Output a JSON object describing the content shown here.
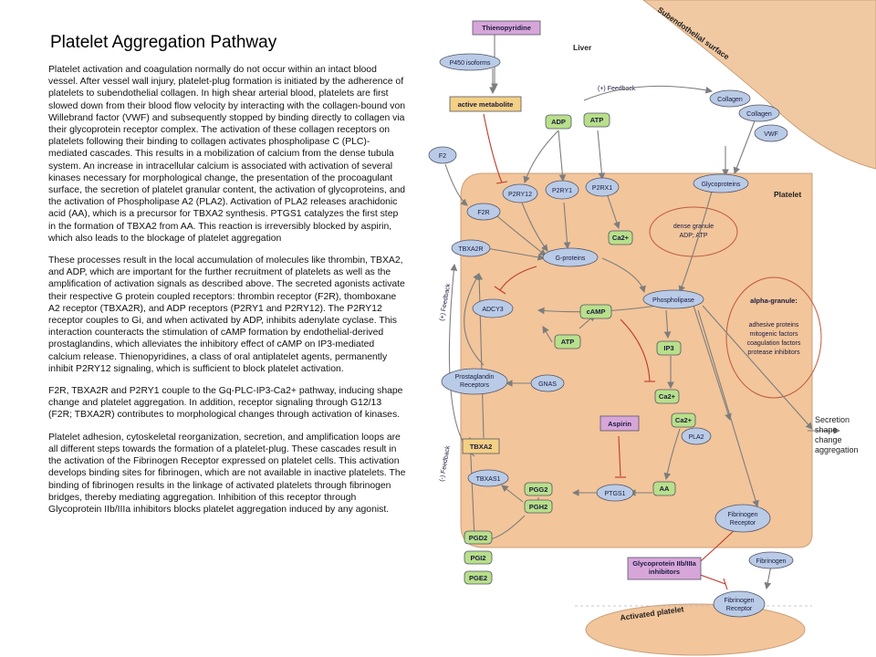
{
  "title": "Platelet Aggregation Pathway",
  "paragraphs": [
    "Platelet activation and coagulation normally do not occur within an intact blood vessel. After vessel wall injury, platelet-plug formation is initiated by the adherence of platelets to subendothelial collagen. In high shear arterial blood, platelets are first slowed down from their blood flow velocity by interacting with the collagen-bound von Willebrand factor (VWF) and subsequently stopped by binding directly to collagen via their glycoprotein receptor complex. The activation of these collagen receptors on platelets following their binding to collagen activates phospholipase C (PLC)-mediated cascades. This results in a mobilization of calcium from the dense tubula system.  An increase in intracellular calcium is associated with activation of several kinases necessary for morphological change, the presentation of the procoagulant surface, the secretion of platelet granular content, the activation of glycoproteins, and the activation of Phospholipase A2 (PLA2). Activation of PLA2 releases arachidonic acid (AA), which is a precursor for TBXA2 synthesis. PTGS1 catalyzes the first step in the formation of TBXA2 from AA. This reaction is irreversibly blocked by aspirin, which also leads to the blockage of platelet aggregation",
    "These processes result in the local accumulation of molecules like thrombin, TBXA2, and ADP, which are important for the further recruitment of platelets as well as the amplification of activation signals as described above. The secreted agonists activate their respective G protein coupled receptors: thrombin receptor (F2R), thomboxane A2 receptor (TBXA2R), and ADP receptors (P2RY1 and P2RY12). The P2RY12 receptor couples to Gi, and when activated by ADP, inhibits adenylate cyclase. This interaction counteracts the stimulation of cAMP formation by endothelial-derived prostaglandins, which alleviates the inhibitory effect of cAMP on IP3-mediated calcium release. Thienopyridines, a class of oral antiplatelet agents, permanently inhibit P2RY12 signaling, which is sufficient to block platelet activation.",
    "F2R, TBXA2R and P2RY1 couple to the Gq-PLC-IP3-Ca2+ pathway, inducing shape change and platelet aggregation. In addition, receptor signaling through G12/13 (F2R; TBXA2R) contributes to morphological changes through activation of kinases.",
    "Platelet adhesion, cytoskeletal reorganization, secretion, and amplification loops are all different steps towards the formation of a platelet-plug. These cascades result in the activation of the Fibrinogen Receptor expressed on platelet cells. This activation develops binding sites for fibrinogen, which are not available in inactive platelets. The binding of fibrinogen results in the linkage of activated platelets through fibrinogen bridges, thereby mediating aggregation. Inhibition of this receptor through Glycoprotein IIb/IIIa inhibitors blocks platelet aggregation induced by any agonist."
  ],
  "colors": {
    "cell": "#f2c59b",
    "subendothelial": "#f0c9a2",
    "receptor": "#b9cbe6",
    "agonist": "#b8e08a",
    "drug": "#d7a6d9",
    "metabolite": "#f3d084",
    "pathway_box": "#d9e2f2",
    "inhibition": "#c0392b"
  },
  "diagram": {
    "region_labels": {
      "liver": "Liver",
      "subendothelial": "Subendothelial surface",
      "platelet": "Platelet",
      "activated_platelet": "Activated platelet",
      "feedback_pos_top": "(+) Feedback",
      "feedback_pos_side": "(+) Feedback",
      "feedback_neg_side": "(-) Feedback"
    },
    "nodes": {
      "thienopyridine": "Thienopyridine",
      "p450": "P450 isoforms",
      "active_metabolite": "active metabolite",
      "adp": "ADP",
      "atp_top": "ATP",
      "collagen1": "Collagen",
      "collagen2": "Collagen",
      "vwf": "VWF",
      "f2": "F2",
      "p2ry12": "P2RY12",
      "p2ry1": "P2RY1",
      "p2rx1": "P2RX1",
      "glycoproteins": "Glycoproteins",
      "f2r": "F2R",
      "ca_top": "Ca2+",
      "tbxa2r": "TBXA2R",
      "gproteins": "G-proteins",
      "adcy3": "ADCY3",
      "camp": "cAMP",
      "phospholipase": "Phospholipase",
      "atp_mid": "ATP",
      "ip3": "IP3",
      "prostaglandin": "Prostaglandin Receptors",
      "gnas": "GNAS",
      "ca_mid": "Ca2+",
      "aspirin": "Aspirin",
      "ca_low": "Ca2+",
      "pla2": "PLA2",
      "tbxa2": "TBXA2",
      "tbxas1": "TBXAS1",
      "pgg2": "PGG2",
      "pgh2": "PGH2",
      "ptgs1": "PTGS1",
      "aa": "AA",
      "pgd2": "PGD2",
      "pgi2": "PGI2",
      "pge2": "PGE2",
      "fibrinogen_receptor": "Fibrinogen Receptor",
      "gp_inhibitors": "Glycoprotein IIb/IIIa inhibitors",
      "fibrinogen": "Fibrinogen",
      "fibrinogen_receptor2": "Fibrinogen Receptor"
    },
    "dense_granule": [
      "dense granule",
      "ADP; ATP"
    ],
    "alpha_granule": {
      "title": "alpha-granule:",
      "items": [
        "adhesive proteins",
        "mitogenic factors",
        "coagulation factors",
        "protease inhibitors"
      ]
    },
    "secretion": [
      "Secretion",
      "shape",
      "change",
      "aggregation"
    ]
  }
}
